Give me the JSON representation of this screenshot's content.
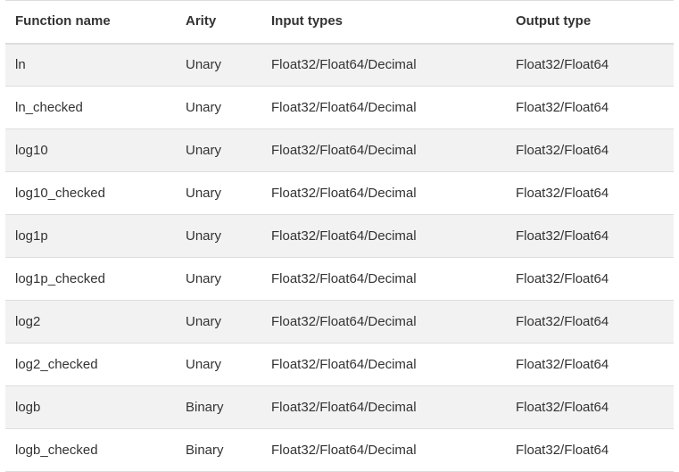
{
  "table": {
    "headers": [
      "Function name",
      "Arity",
      "Input types",
      "Output type"
    ],
    "rows": [
      [
        "ln",
        "Unary",
        "Float32/Float64/Decimal",
        "Float32/Float64"
      ],
      [
        "ln_checked",
        "Unary",
        "Float32/Float64/Decimal",
        "Float32/Float64"
      ],
      [
        "log10",
        "Unary",
        "Float32/Float64/Decimal",
        "Float32/Float64"
      ],
      [
        "log10_checked",
        "Unary",
        "Float32/Float64/Decimal",
        "Float32/Float64"
      ],
      [
        "log1p",
        "Unary",
        "Float32/Float64/Decimal",
        "Float32/Float64"
      ],
      [
        "log1p_checked",
        "Unary",
        "Float32/Float64/Decimal",
        "Float32/Float64"
      ],
      [
        "log2",
        "Unary",
        "Float32/Float64/Decimal",
        "Float32/Float64"
      ],
      [
        "log2_checked",
        "Unary",
        "Float32/Float64/Decimal",
        "Float32/Float64"
      ],
      [
        "logb",
        "Binary",
        "Float32/Float64/Decimal",
        "Float32/Float64"
      ],
      [
        "logb_checked",
        "Binary",
        "Float32/Float64/Decimal",
        "Float32/Float64"
      ]
    ]
  }
}
